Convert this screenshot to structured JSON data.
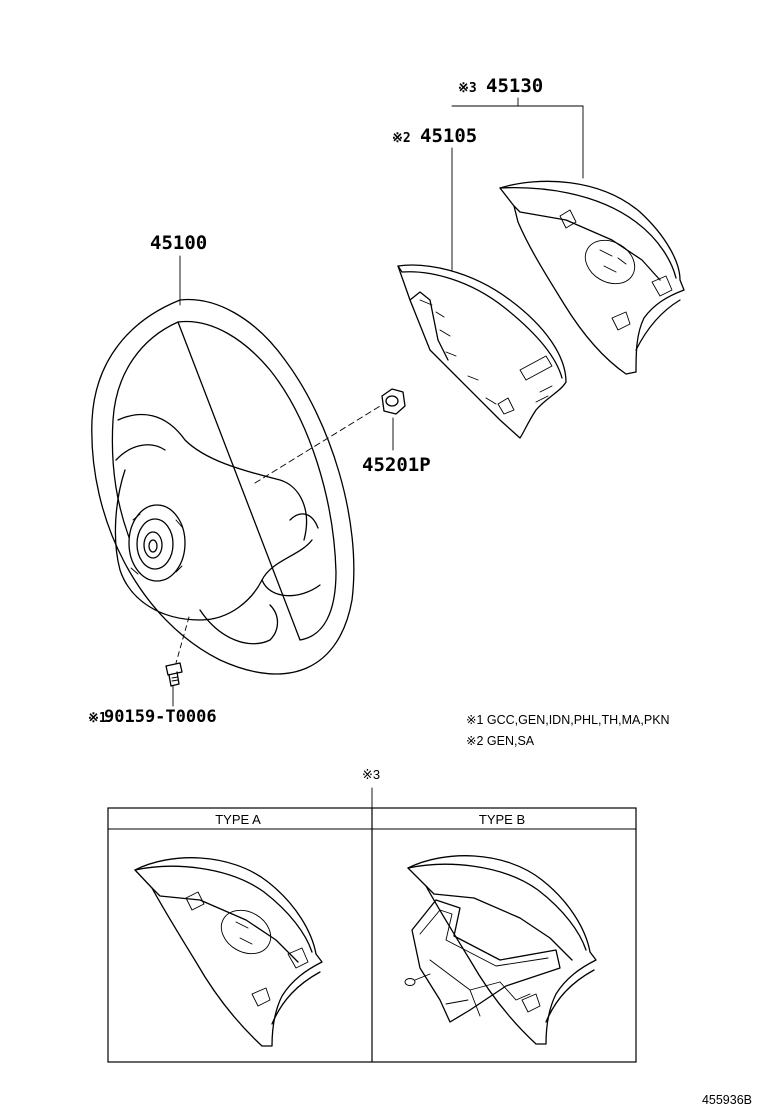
{
  "parts": {
    "cover_45130": {
      "mark": "※3",
      "number": "45130"
    },
    "cover_45105": {
      "mark": "※2",
      "number": "45105"
    },
    "wheel": {
      "number": "45100"
    },
    "nut": {
      "number": "45201P"
    },
    "screw": {
      "mark": "※1",
      "number": "90159-T0006"
    }
  },
  "notes": {
    "note1": "※1 GCC,GEN,IDN,PHL,TH,MA,PKN",
    "note2": "※2 GEN,SA"
  },
  "types_box": {
    "mark": "※3",
    "type_a": "TYPE A",
    "type_b": "TYPE B"
  },
  "diagram_id": "455936B"
}
